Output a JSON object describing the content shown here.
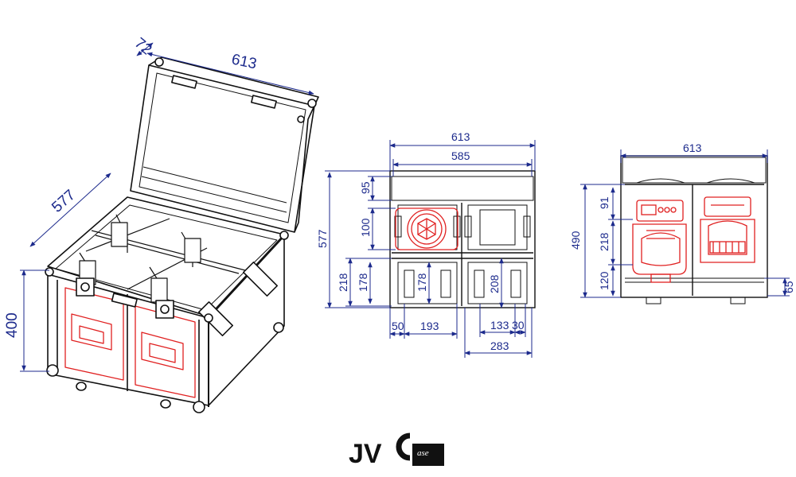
{
  "colors": {
    "dimension": "#1c2a8c",
    "outline": "#111111",
    "highlight": "#e02020",
    "background": "#ffffff"
  },
  "perspective_view": {
    "dim_lid_depth": "72",
    "dim_width": "613",
    "dim_depth": "577",
    "dim_height": "400"
  },
  "top_view": {
    "dim_outer_width": "613",
    "dim_inner_width": "585",
    "dim_depth": "577",
    "dim_95": "95",
    "dim_100": "100",
    "dim_218": "218",
    "dim_178_left": "178",
    "dim_178_mid": "178",
    "dim_208": "208",
    "dim_50": "50",
    "dim_193": "193",
    "dim_133": "133",
    "dim_30": "30",
    "dim_283": "283"
  },
  "front_view": {
    "dim_width": "613",
    "dim_height": "490",
    "dim_91": "91",
    "dim_218": "218",
    "dim_120": "120",
    "dim_65": "65"
  },
  "logo": {
    "main": "JV",
    "sub": "ase"
  }
}
